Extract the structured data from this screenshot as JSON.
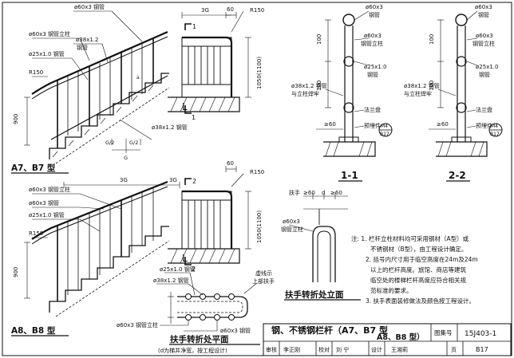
{
  "drawing": {
    "stair_elev_top": {
      "labels": [
        "ø60x3 钢管",
        "ø60x3 钢管立柱",
        "ø38x1.2",
        "钢管",
        "ø25x1.0 钢管",
        "R150",
        "900",
        "ø38x1.2 钢管",
        "a",
        "G/2",
        "G/2",
        "G"
      ],
      "type_label": "A7、B7 型"
    },
    "section_L1": {
      "labels": [
        "3G",
        "60",
        "R150",
        "1050(1100)",
        "1",
        "L",
        "1"
      ]
    },
    "section_11": {
      "labels": [
        "ø60x3",
        "钢管",
        "ø60x3",
        "钢管立柱",
        "100",
        "ø25x1.0",
        "钢管",
        "100",
        "ø38x1.2 钢管",
        "与立柱焊牢",
        "法兰盘",
        "预埋件",
        "≥60",
        "M4",
        "B17"
      ],
      "title": "1-1"
    },
    "section_22": {
      "labels": [
        "ø60x3",
        "钢管",
        "ø60x3",
        "钢管立柱",
        "100",
        "ø25x1.0",
        "钢管",
        "100",
        "ø38x1.2 钢管",
        "与立柱焊牢",
        "法兰盘",
        "预埋件",
        "≥60",
        "M4",
        "B17"
      ],
      "title": "2-2"
    },
    "stair_elev_bottom": {
      "labels": [
        "3G",
        "ø60x3 钢管立柱",
        "ø60x3 钢管",
        "ø25x1.0 钢管",
        "R150",
        "900"
      ],
      "type_label": "A8、B8 型"
    },
    "section_L2": {
      "labels": [
        "3G",
        "60",
        "R150",
        "2",
        "1050(1100)",
        "L",
        "2"
      ]
    },
    "plan_turn": {
      "labels": [
        "ø25x1.0 钢管",
        "ø38x1.2 钢管",
        "虚线示",
        "上部扶手",
        "ø60x3 钢管立柱",
        "ø60x3 钢管"
      ],
      "title": "扶手转折处平面",
      "subtitle": "(d为梯井净宽，按工程设计)"
    },
    "elev_turn": {
      "labels": [
        "扶手",
        "≥60",
        "d",
        "≥60",
        "ø60x3",
        "钢管立柱"
      ],
      "title": "扶手转折处立面"
    },
    "notes": [
      "注: 1. 栏杆立柱材料均可采用钢材（A型）或",
      "不锈钢材（B型），由工程设计确定。",
      "2. 括号内尺寸用于临空高度在24m及24m",
      "以上的栏杆高度。旅馆、商店等建筑",
      "临空处的楼梯栏杆高度应符合相关规",
      "范标准的要求。",
      "3. 扶手表面装修做法及颜色按工程设计。"
    ]
  },
  "title_block": {
    "title": "钢、不锈钢栏杆（A7、B7 型",
    "title2": "A8、B8 型）",
    "atlas_label": "图集号",
    "atlas_no": "15J403-1",
    "sign_row": [
      "审核",
      "李正刚",
      "校对",
      "刘 宁",
      "设计",
      "王湘莉",
      "页",
      "B17"
    ]
  }
}
